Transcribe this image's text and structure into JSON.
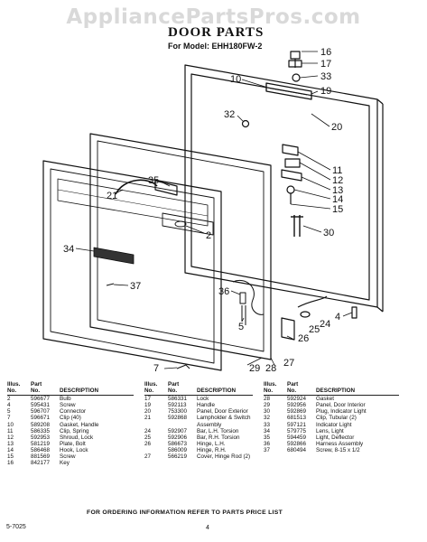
{
  "watermark": "AppliancePartsPros.com",
  "title": "DOOR PARTS",
  "model_line": "For Model: EHH180FW-2",
  "callouts": [
    {
      "id": "c16",
      "label": "16"
    },
    {
      "id": "c17",
      "label": "17"
    },
    {
      "id": "c33",
      "label": "33"
    },
    {
      "id": "c19",
      "label": "19"
    },
    {
      "id": "c10",
      "label": "10"
    },
    {
      "id": "c32",
      "label": "32"
    },
    {
      "id": "c20",
      "label": "20"
    },
    {
      "id": "c11",
      "label": "11"
    },
    {
      "id": "c12",
      "label": "12"
    },
    {
      "id": "c13",
      "label": "13"
    },
    {
      "id": "c14",
      "label": "14"
    },
    {
      "id": "c15",
      "label": "15"
    },
    {
      "id": "c35",
      "label": "35"
    },
    {
      "id": "c21",
      "label": "21"
    },
    {
      "id": "c2",
      "label": "2"
    },
    {
      "id": "c30",
      "label": "30"
    },
    {
      "id": "c34",
      "label": "34"
    },
    {
      "id": "c37",
      "label": "37"
    },
    {
      "id": "c36",
      "label": "36"
    },
    {
      "id": "c5",
      "label": "5"
    },
    {
      "id": "c4",
      "label": "4"
    },
    {
      "id": "c26",
      "label": "26"
    },
    {
      "id": "c25",
      "label": "25"
    },
    {
      "id": "c24",
      "label": "24"
    },
    {
      "id": "c7",
      "label": "7"
    },
    {
      "id": "c29",
      "label": "29"
    },
    {
      "id": "c28",
      "label": "28"
    },
    {
      "id": "c27",
      "label": "27"
    }
  ],
  "table_headers": {
    "illus": "Illus.",
    "no": "No.",
    "part": "Part",
    "part_no": "No.",
    "description": "DESCRIPTION"
  },
  "tables": [
    [
      {
        "illus": "2",
        "part": "596677",
        "desc": "Bulb"
      },
      {
        "illus": "4",
        "part": "595431",
        "desc": "Screw"
      },
      {
        "illus": "5",
        "part": "596707",
        "desc": "Connector"
      },
      {
        "illus": "7",
        "part": "596671",
        "desc": "Clip (40)"
      },
      {
        "illus": "10",
        "part": "589208",
        "desc": "Gasket, Handle"
      },
      {
        "illus": "11",
        "part": "586335",
        "desc": "Clip, Spring"
      },
      {
        "illus": "12",
        "part": "592953",
        "desc": "Shroud, Lock"
      },
      {
        "illus": "13",
        "part": "581219",
        "desc": "Plate, Bolt"
      },
      {
        "illus": "14",
        "part": "586468",
        "desc": "Hook, Lock"
      },
      {
        "illus": "15",
        "part": "881569",
        "desc": "Screw"
      },
      {
        "illus": "16",
        "part": "842177",
        "desc": "Key"
      }
    ],
    [
      {
        "illus": "17",
        "part": "586331",
        "desc": "Lock"
      },
      {
        "illus": "19",
        "part": "592113",
        "desc": "Handle"
      },
      {
        "illus": "20",
        "part": "753300",
        "desc": "Panel, Door Exterior"
      },
      {
        "illus": "21",
        "part": "592868",
        "desc": "Lampholder & Switch Assembly"
      },
      {
        "illus": "24",
        "part": "592907",
        "desc": "Bar, L.H. Torsion"
      },
      {
        "illus": "25",
        "part": "592906",
        "desc": "Bar, R.H. Torsion"
      },
      {
        "illus": "26",
        "part": "586673",
        "desc": "Hinge, L.H."
      },
      {
        "illus": "",
        "part": "586009",
        "desc": "Hinge, R.H."
      },
      {
        "illus": "27",
        "part": "566219",
        "desc": "Cover, Hinge Rod (2)"
      }
    ],
    [
      {
        "illus": "28",
        "part": "592924",
        "desc": "Gasket"
      },
      {
        "illus": "29",
        "part": "592956",
        "desc": "Panel, Door Interior"
      },
      {
        "illus": "30",
        "part": "592869",
        "desc": "Plug, Indicator Light"
      },
      {
        "illus": "32",
        "part": "681513",
        "desc": "Clip, Tubular (2)"
      },
      {
        "illus": "33",
        "part": "597121",
        "desc": "Indicator Light"
      },
      {
        "illus": "34",
        "part": "579775",
        "desc": "Lens, Light"
      },
      {
        "illus": "35",
        "part": "594459",
        "desc": "Light, Deflector"
      },
      {
        "illus": "36",
        "part": "592866",
        "desc": "Harness Assembly"
      },
      {
        "illus": "37",
        "part": "680494",
        "desc": "Screw, 8-15 x 1/2"
      }
    ]
  ],
  "order_note": "FOR ORDERING INFORMATION REFER TO PARTS PRICE LIST",
  "doc_code": "5-7025",
  "page_number": "4"
}
